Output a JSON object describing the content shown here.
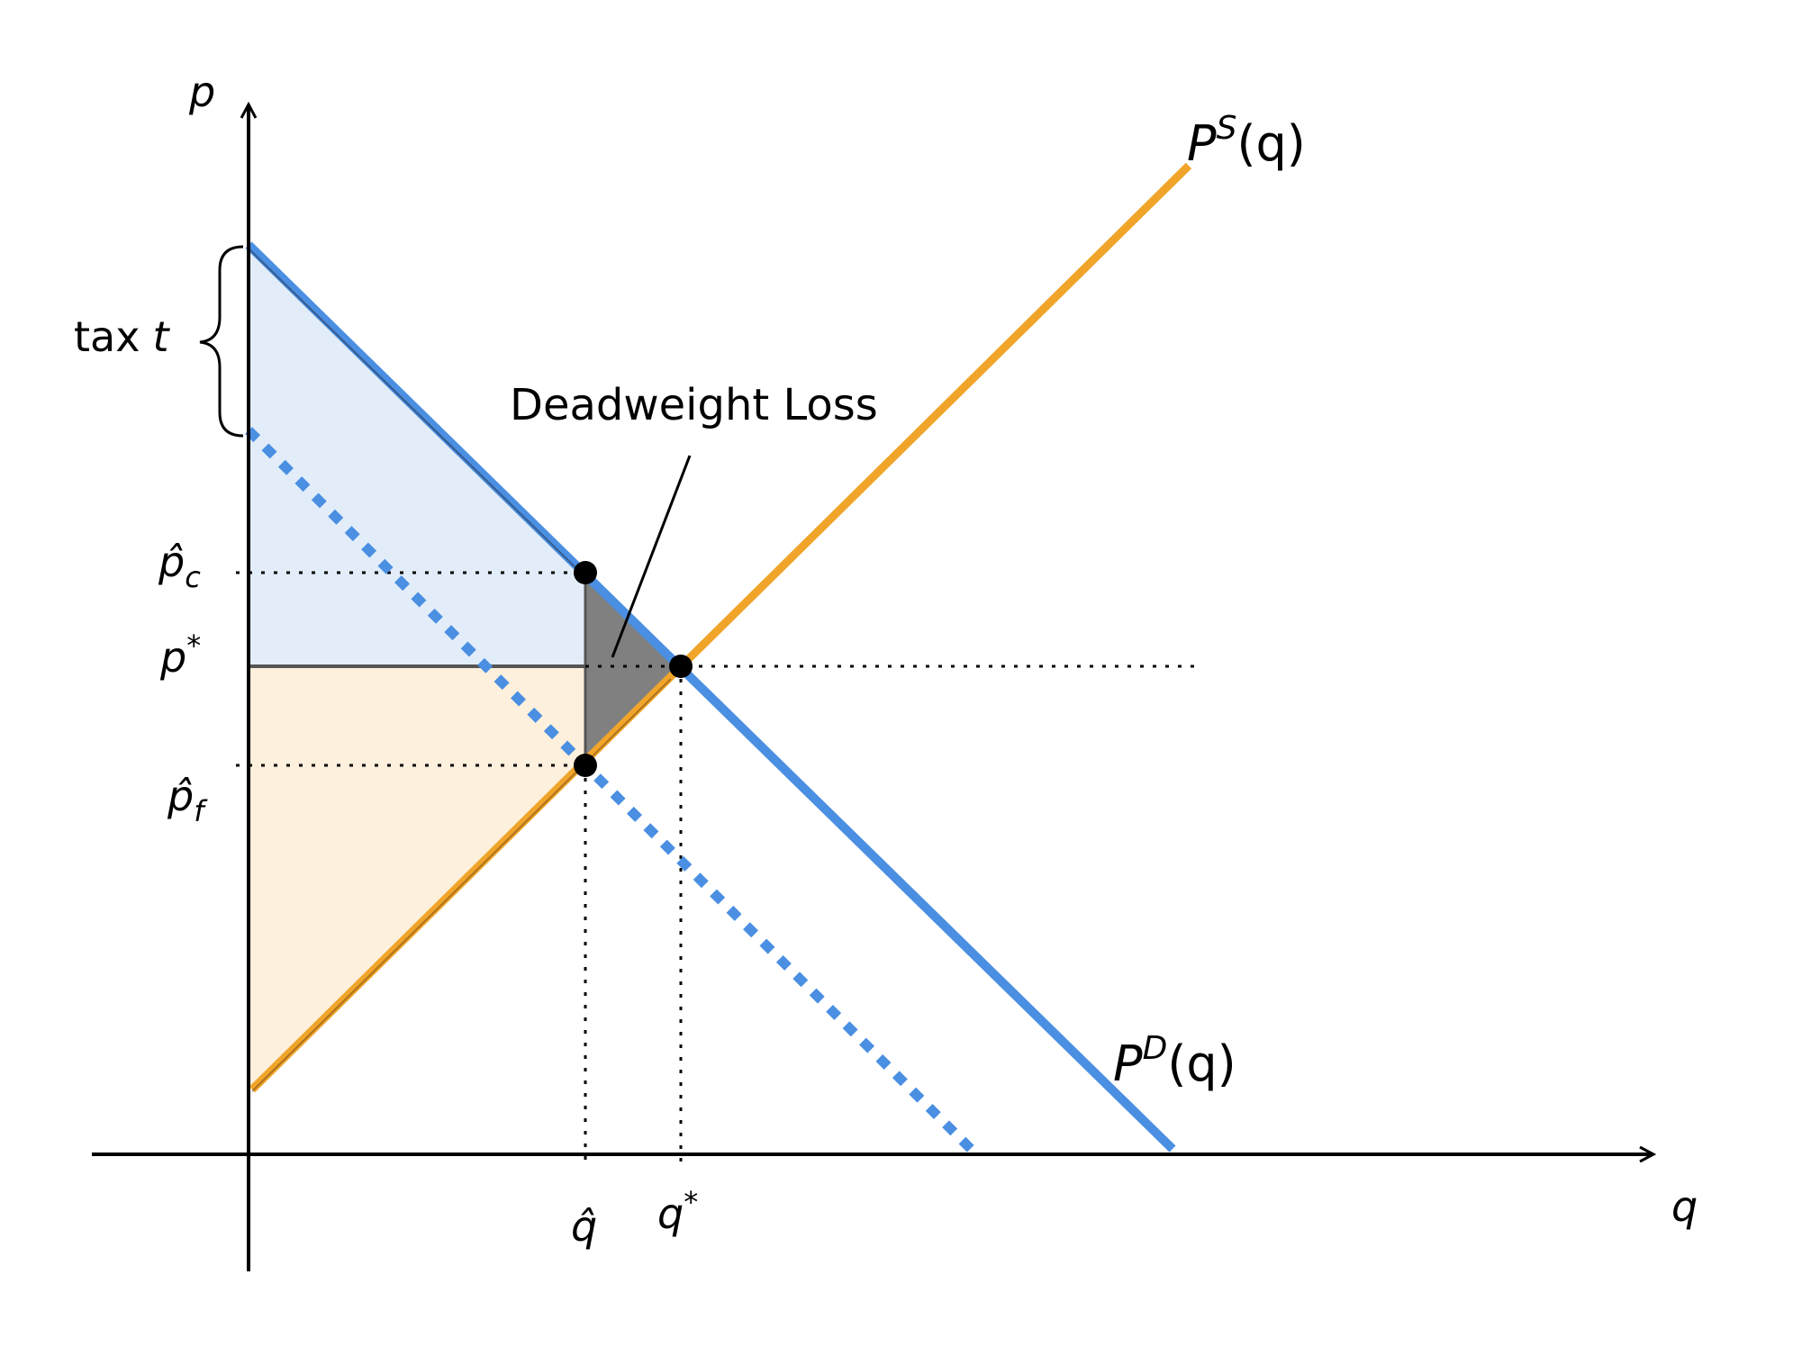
{
  "axes": {
    "y_label": "p",
    "x_label": "q"
  },
  "curves": {
    "supply_label": {
      "base": "P",
      "sup": "S",
      "arg": "(q)"
    },
    "demand_label": {
      "base": "P",
      "sup": "D",
      "arg": "(q)"
    }
  },
  "annotations": {
    "tax_text": "tax",
    "tax_var": "t",
    "dwl": "Deadweight Loss"
  },
  "ticks": {
    "p_c": {
      "base": "p̂",
      "sub": "c"
    },
    "p_star": {
      "base": "p",
      "sup": "*"
    },
    "p_f": {
      "base": "p̂",
      "sub": "f"
    },
    "q_hat": "q̂",
    "q_star": {
      "base": "q",
      "sup": "*"
    }
  },
  "colors": {
    "demand": "#4a8fe2",
    "supply": "#f0a52a",
    "consumer_surplus": "#e2edf9",
    "producer_surplus": "#fdf0dc",
    "deadweight_loss": "#808080"
  }
}
